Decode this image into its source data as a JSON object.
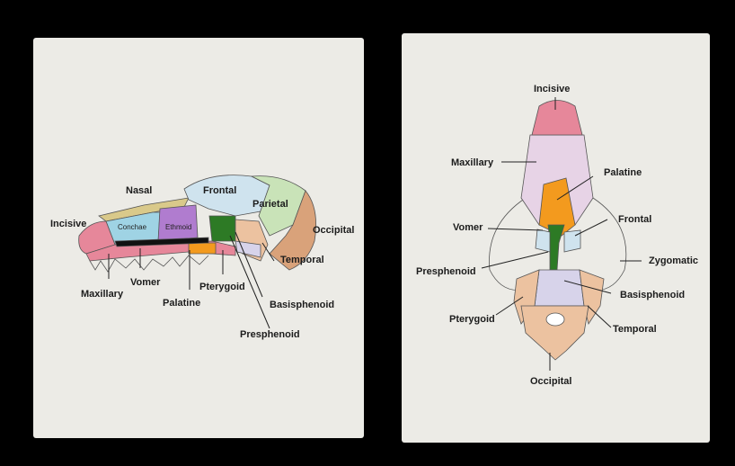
{
  "lateral_view": {
    "labels": {
      "nasal": "Nasal",
      "frontal": "Frontal",
      "parietal": "Parietal",
      "incisive": "Incisive",
      "occipital": "Occipital",
      "conchae": "Conchae",
      "ethmoid": "Ethmoid",
      "maxillary": "Maxillary",
      "vomer": "Vomer",
      "palatine": "Palatine",
      "pterygoid": "Pterygoid",
      "temporal": "Temporal",
      "basisphenoid": "Basisphenoid",
      "presphenoid": "Presphenoid"
    }
  },
  "ventral_view": {
    "labels": {
      "incisive": "Incisive",
      "maxillary": "Maxillary",
      "palatine": "Palatine",
      "vomer": "Vomer",
      "frontal": "Frontal",
      "zygomatic": "Zygomatic",
      "presphenoid": "Presphenoid",
      "basisphenoid": "Basisphenoid",
      "pterygoid": "Pterygoid",
      "temporal": "Temporal",
      "occipital": "Occipital"
    }
  },
  "colors": {
    "background": "#000000",
    "paper": "#ecebe6",
    "incisive": "#e6879a",
    "nasal": "#d9c98a",
    "frontal": "#cfe3ee",
    "parietal": "#c9e3b8",
    "occipital": "#d9a27a",
    "conchae": "#9fd3e4",
    "ethmoid": "#b07ccf",
    "presphenoid": "#2d7a25",
    "palatine": "#f39a1e",
    "maxillary": "#e7d3e6",
    "temporal": "#ecc2a0"
  }
}
